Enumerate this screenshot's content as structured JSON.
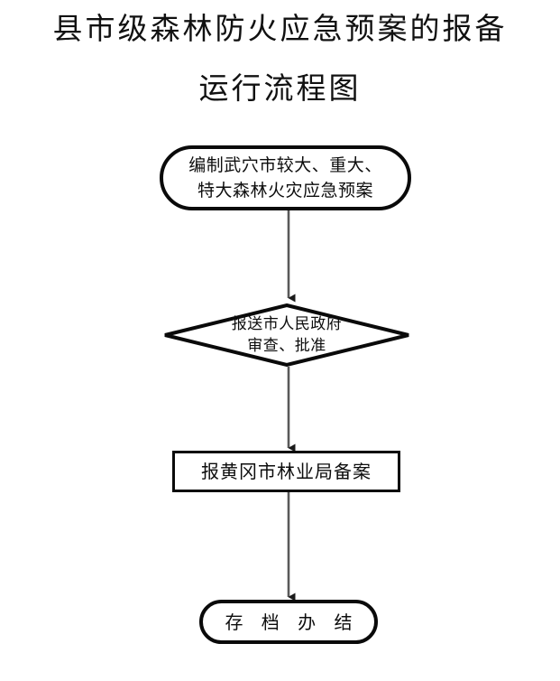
{
  "page": {
    "background_color": "#ffffff",
    "ink_color": "#0d0d0d",
    "connector_color": "#595959"
  },
  "title": {
    "line1": "县市级森林防火应急预案的报备",
    "line2": "运行流程图",
    "full": "县市级森林防火应急预案的报备运行流程图"
  },
  "flow": {
    "nodes": [
      {
        "id": "start",
        "shape": "stadium",
        "text_line1": "编制武穴市较大、重大、",
        "text_line2": "特大森林火灾应急预案",
        "text_full": "编制武穴市较大、重大、特大森林火灾应急预案"
      },
      {
        "id": "decision",
        "shape": "diamond",
        "text_line1": "报送市人民政府",
        "text_line2": "审查、批准",
        "text_full": "报送市人民政府审查、批准"
      },
      {
        "id": "process",
        "shape": "rectangle",
        "text_line1": "报黄冈市林业局备案",
        "text_full": "报黄冈市林业局备案"
      },
      {
        "id": "end",
        "shape": "stadium",
        "text_line1": "存 档 办 结",
        "text_full": "存档办结"
      }
    ],
    "connectors": [
      {
        "id": "start-to-decision",
        "from": "start",
        "to": "decision",
        "arrow": "down"
      },
      {
        "id": "decision-to-process",
        "from": "decision",
        "to": "process",
        "arrow": "down"
      },
      {
        "id": "process-to-end",
        "from": "process",
        "to": "end",
        "arrow": "down"
      }
    ]
  }
}
